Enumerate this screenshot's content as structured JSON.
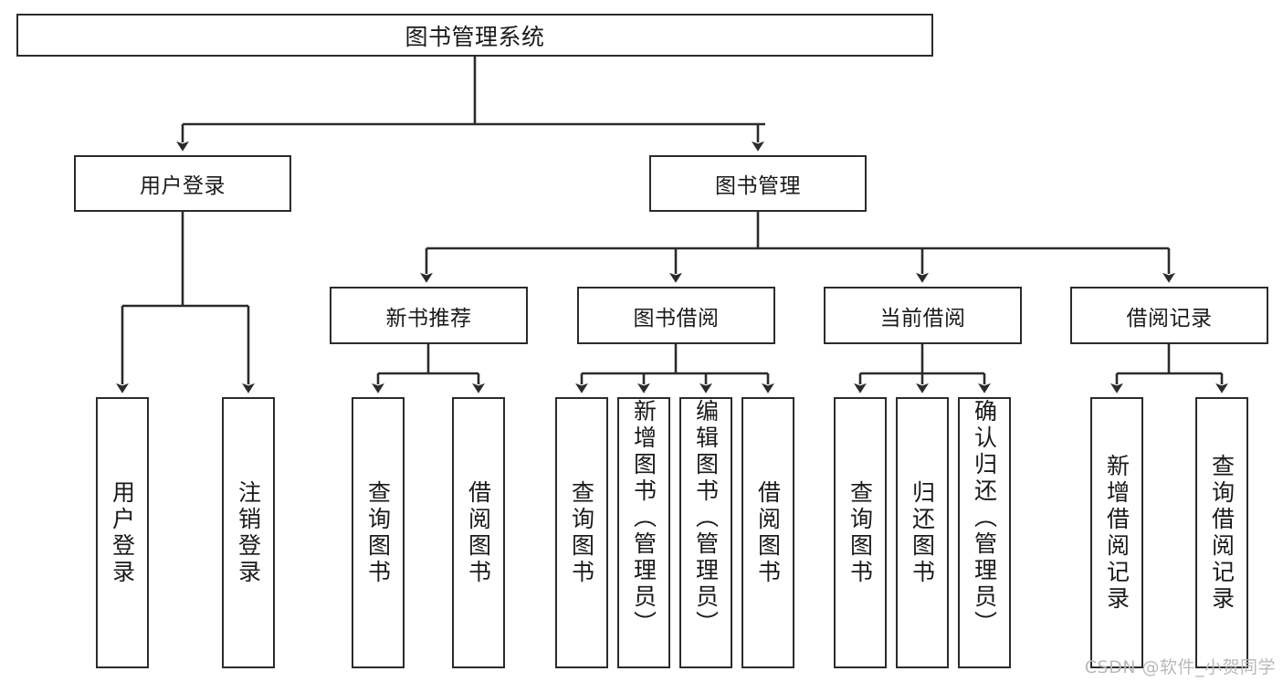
{
  "diagram": {
    "title": "图书管理系统",
    "type": "hierarchy-tree",
    "root": {
      "label": "图书管理系统"
    },
    "level2": [
      {
        "label": "用户登录"
      },
      {
        "label": "图书管理"
      }
    ],
    "level3": [
      {
        "label": "新书推荐"
      },
      {
        "label": "图书借阅"
      },
      {
        "label": "当前借阅"
      },
      {
        "label": "借阅记录"
      }
    ],
    "leaves": [
      {
        "label": "用户登录",
        "parent": "用户登录"
      },
      {
        "label": "注销登录",
        "parent": "用户登录"
      },
      {
        "label": "查询图书",
        "parent": "新书推荐"
      },
      {
        "label": "借阅图书",
        "parent": "新书推荐"
      },
      {
        "label": "查询图书",
        "parent": "图书借阅"
      },
      {
        "label": "新增图书（管理员）",
        "parent": "图书借阅"
      },
      {
        "label": "编辑图书（管理员）",
        "parent": "图书借阅"
      },
      {
        "label": "借阅图书",
        "parent": "图书借阅"
      },
      {
        "label": "查询图书",
        "parent": "当前借阅"
      },
      {
        "label": "归还图书",
        "parent": "当前借阅"
      },
      {
        "label": "确认归还（管理员）",
        "parent": "当前借阅"
      },
      {
        "label": "新增借阅记录",
        "parent": "借阅记录"
      },
      {
        "label": "查询借阅记录",
        "parent": "借阅记录"
      }
    ]
  },
  "watermark": {
    "text": "CSDN @软件_小贺同学"
  },
  "colors": {
    "stroke": "#2b2b2b",
    "fill": "#ffffff",
    "text": "#1a1a1a",
    "watermark": "#b9b9b9"
  }
}
